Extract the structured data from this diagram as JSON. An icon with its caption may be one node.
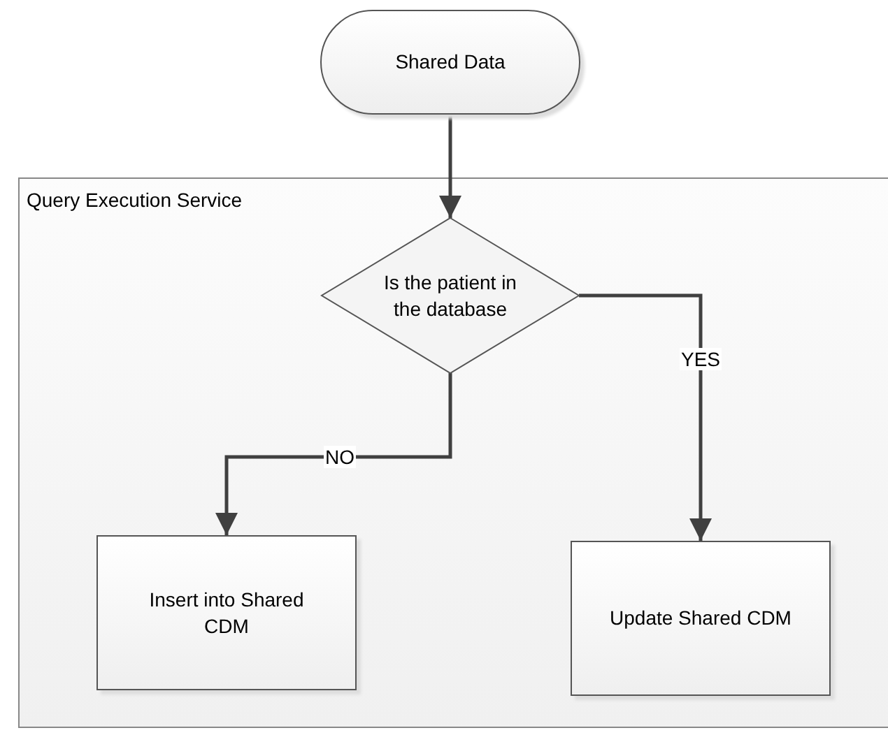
{
  "diagram": {
    "nodes": [
      {
        "text": [
          "Shared Data"
        ]
      },
      {
        "text": [
          "Query Execution Service"
        ]
      },
      {
        "text": [
          "Is the patient in the database"
        ],
        "in": 1
      },
      {
        "text": [
          "Insert into Shared CDM"
        ],
        "in": 1
      },
      {
        "text": [
          "Update Shared CDM"
        ],
        "in": 1
      }
    ],
    "edges": [
      {
        "from": 0,
        "to": 2,
        "arrow": "to"
      },
      {
        "from": 2,
        "to": 3,
        "arrow": "to",
        "label": "NO"
      },
      {
        "from": 2,
        "to": 4,
        "arrow": "to",
        "label": "YES"
      }
    ]
  }
}
